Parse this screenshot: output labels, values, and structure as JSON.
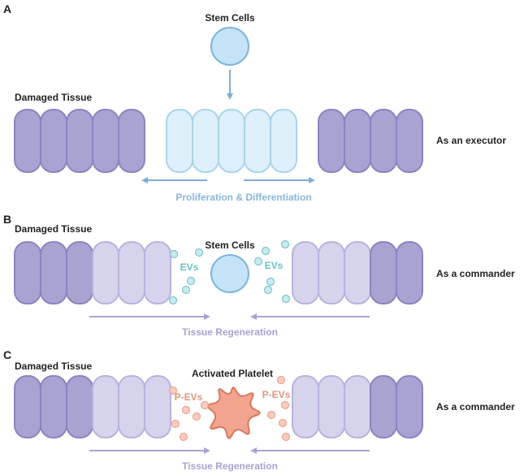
{
  "panel_a": {
    "letter": "A",
    "top_label": "Stem Cells",
    "tissue_label": "Damaged Tissue",
    "arrow_label": "Proliferation & Differentiation",
    "role_label": "As an executor"
  },
  "panel_b": {
    "letter": "B",
    "tissue_label": "Damaged Tissue",
    "center_label": "Stem Cells",
    "vesicle_left_label": "EVs",
    "vesicle_right_label": "EVs",
    "arrow_label": "Tissue Regeneration",
    "role_label": "As a commander"
  },
  "panel_c": {
    "letter": "C",
    "tissue_label": "Damaged Tissue",
    "center_label": "Activated Platelet",
    "vesicle_left_label": "P-EVs",
    "vesicle_right_label": "P-EVs",
    "arrow_label": "Tissue Regeneration",
    "role_label": "As a commander"
  },
  "colors": {
    "damaged_fill": "#a9a3d2",
    "damaged_stroke": "#8b84c1",
    "regenerating_fill": "#d6d3ec",
    "regenerating_stroke": "#b8b3dc",
    "stem_fill": "#c5e3f6",
    "stem_stroke": "#7fb4dc",
    "new_cell_fill": "#def0fb",
    "new_cell_stroke": "#aad3ee",
    "ev_fill": "#c9eaf0",
    "ev_stroke": "#7fc3cf",
    "ev_text": "#6cc0c4",
    "platelet_fill": "#f2a48f",
    "platelet_stroke": "#d9785f",
    "pev_fill": "#f8cdbf",
    "pev_stroke": "#e8a592",
    "pev_text": "#e9947d",
    "arrow_blue": "#7eaed6",
    "arrow_blue_text": "#8ab5dc",
    "arrow_purple": "#a9a3d2",
    "arrow_purple_text": "#a8a2d2"
  }
}
